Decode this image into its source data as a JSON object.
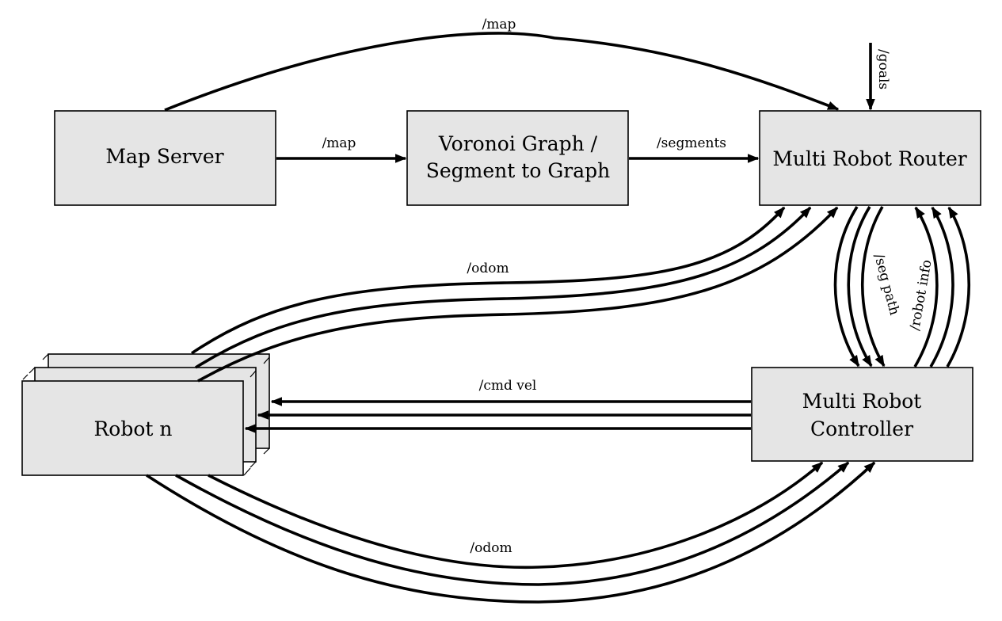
{
  "nodes": {
    "map_server": {
      "label": [
        "Map Server"
      ]
    },
    "voronoi": {
      "label": [
        "Voronoi Graph /",
        "Segment to Graph"
      ]
    },
    "router": {
      "label": [
        "Multi Robot Router"
      ]
    },
    "controller": {
      "label": [
        "Multi Robot",
        "Controller"
      ]
    },
    "robot": {
      "label": [
        "Robot n"
      ],
      "stacked_copies": 3
    }
  },
  "edges": {
    "map_top": {
      "label": "/map",
      "from": "Map Server",
      "to": "Multi Robot Router"
    },
    "map_mid": {
      "label": "/map",
      "from": "Map Server",
      "to": "Voronoi Graph / Segment to Graph"
    },
    "segments": {
      "label": "/segments",
      "from": "Voronoi Graph / Segment to Graph",
      "to": "Multi Robot Router"
    },
    "goals": {
      "label": "/goals",
      "from": "external",
      "to": "Multi Robot Router"
    },
    "seg_path": {
      "label": "/seg path",
      "from": "Multi Robot Router",
      "to": "Multi Robot Controller",
      "multiplicity": 3
    },
    "robot_info": {
      "label": "/robot info",
      "from": "Multi Robot Controller",
      "to": "Multi Robot Router",
      "multiplicity": 3
    },
    "odom_router": {
      "label": "/odom",
      "from": "Robot n",
      "to": "Multi Robot Router",
      "multiplicity": 3
    },
    "cmd_vel": {
      "label": "/cmd vel",
      "from": "Multi Robot Controller",
      "to": "Robot n",
      "multiplicity": 3
    },
    "odom_controller": {
      "label": "/odom",
      "from": "Robot n",
      "to": "Multi Robot Controller",
      "multiplicity": 3
    }
  },
  "colors": {
    "node_fill": "#e5e5e5",
    "stroke": "#000000"
  }
}
